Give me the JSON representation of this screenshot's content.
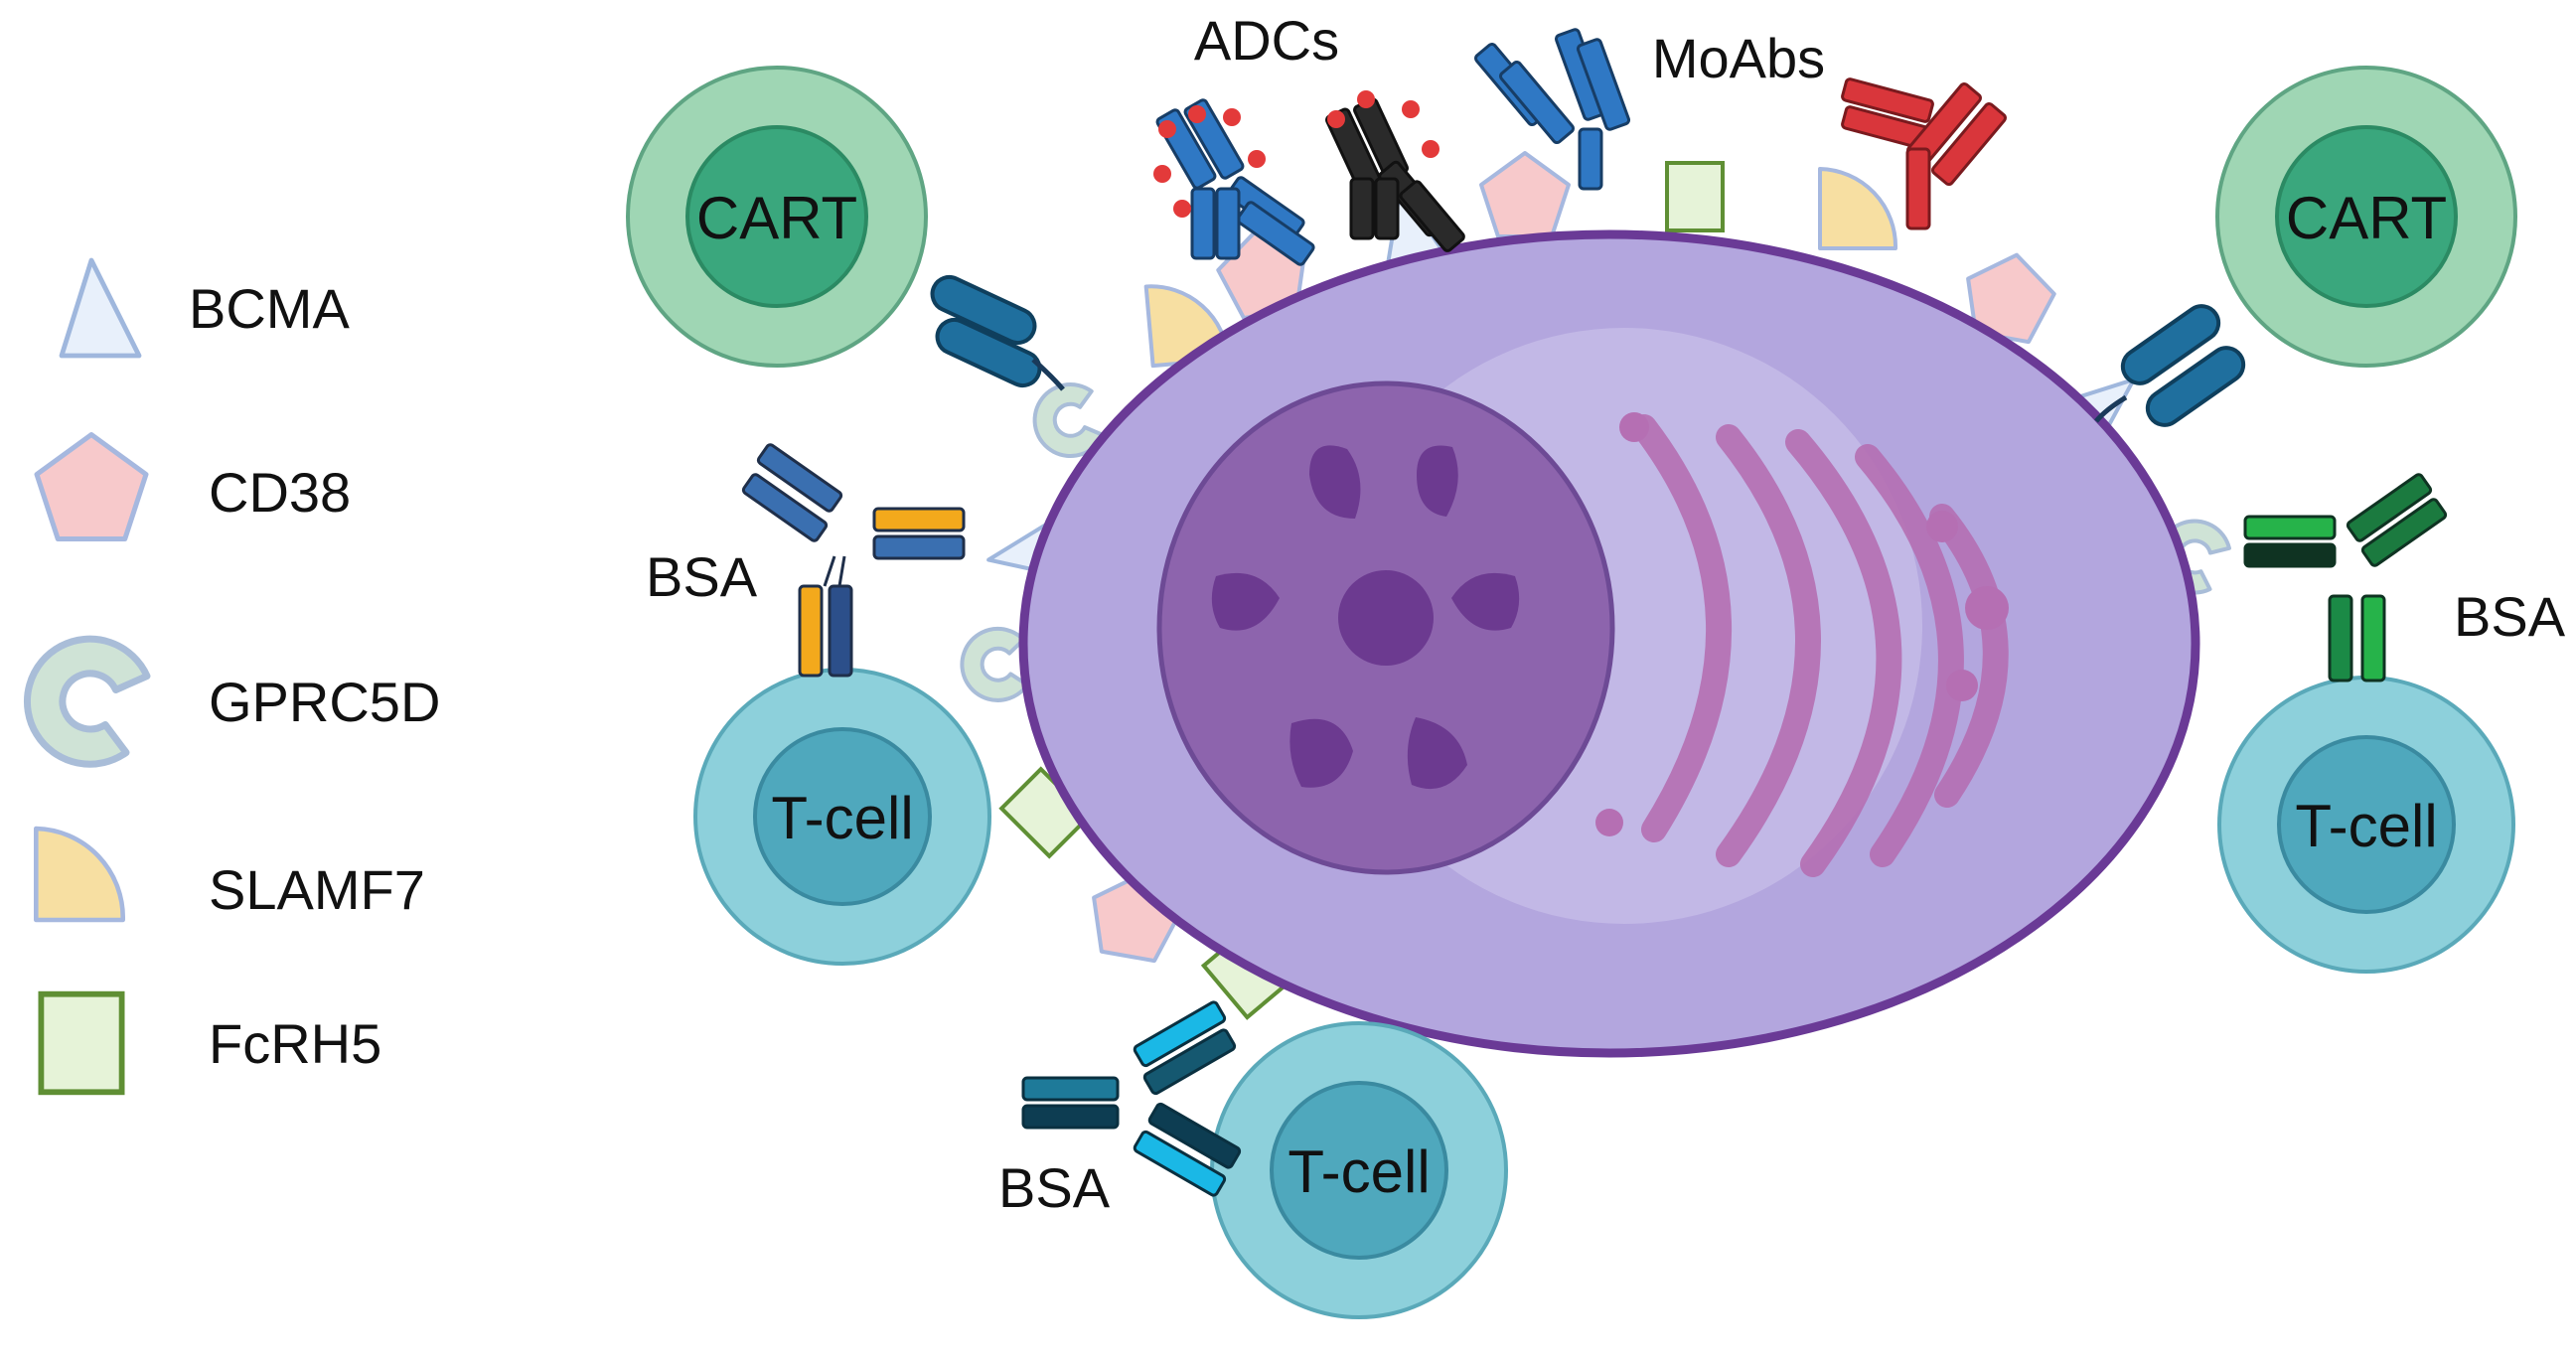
{
  "legend": {
    "items": [
      {
        "key": "bcma",
        "label": "BCMA",
        "icon": "triangle-icon"
      },
      {
        "key": "cd38",
        "label": "CD38",
        "icon": "pentagon-icon"
      },
      {
        "key": "gprc5d",
        "label": "GPRC5D",
        "icon": "c-ring-icon"
      },
      {
        "key": "slamf7",
        "label": "SLAMF7",
        "icon": "quarter-circle-icon"
      },
      {
        "key": "fcrh5",
        "label": "FcRH5",
        "icon": "square-icon"
      }
    ]
  },
  "labels": {
    "adcs": "ADCs",
    "moabs": "MoAbs",
    "bsa": "BSA",
    "cart": "CART",
    "tcell": "T-cell"
  },
  "colors": {
    "myeloma_cell": "#b3a6de",
    "myeloma_border": "#6a3a96",
    "nucleus": "#8d64ad",
    "cart_outer": "#9fd6b4",
    "cart_inner": "#3aa77d",
    "tcell_outer": "#8dd0db",
    "tcell_inner": "#4fa8bd",
    "bcma": "#e8f0fb",
    "cd38": "#f7c9cb",
    "gprc5d": "#cfe3d6",
    "slamf7": "#f7dfa2",
    "fcrh5": "#e6f3d8",
    "adc_blue": "#2f78c4",
    "adc_black": "#2a2a2a",
    "moab_blue": "#2f78c4",
    "moab_red": "#d9363b"
  }
}
